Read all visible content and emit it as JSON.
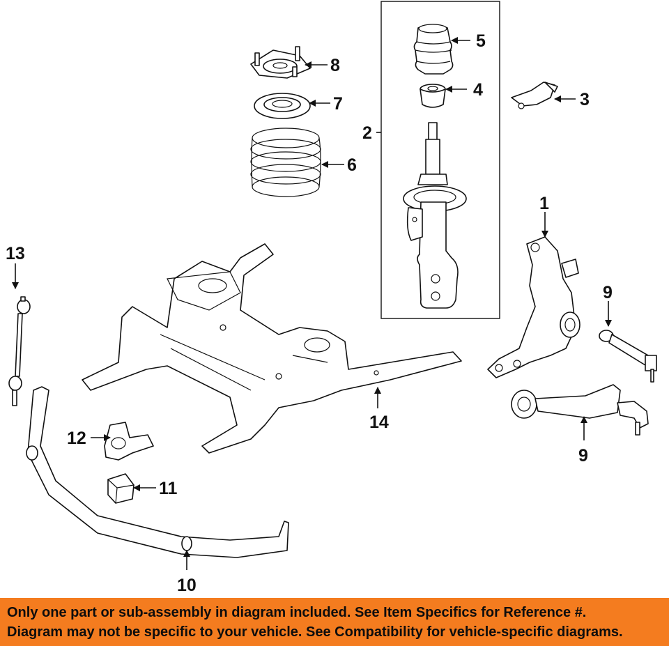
{
  "callouts": {
    "c1": "1",
    "c2": "2",
    "c3": "3",
    "c4": "4",
    "c5": "5",
    "c6": "6",
    "c7": "7",
    "c8": "8",
    "c9a": "9",
    "c9b": "9",
    "c10": "10",
    "c11": "11",
    "c12": "12",
    "c13": "13",
    "c14": "14"
  },
  "notice": {
    "line1": "Only one part or sub-assembly in diagram included. See Item Specifics for Reference #.",
    "line2": "Diagram may not be specific to your vehicle. See Compatibility for vehicle-specific diagrams."
  },
  "colors": {
    "banner": "#f47c1f",
    "ink": "#111111"
  }
}
